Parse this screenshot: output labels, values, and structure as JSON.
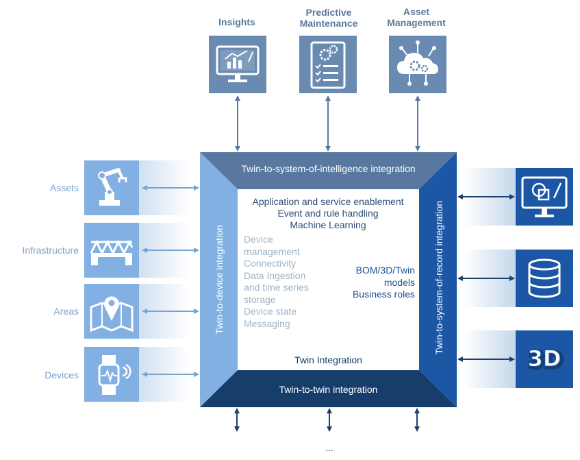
{
  "top": [
    {
      "label": "Insights",
      "icon": "monitor-chart-icon"
    },
    {
      "label": "Predictive Maintenance",
      "icon": "checklist-gears-icon"
    },
    {
      "label": "Asset Management",
      "icon": "cloud-gears-icon"
    }
  ],
  "left": [
    {
      "label": "Assets",
      "icon": "robot-arm-icon"
    },
    {
      "label": "Infrastructure",
      "icon": "bridge-icon"
    },
    {
      "label": "Areas",
      "icon": "map-pin-icon"
    },
    {
      "label": "Devices",
      "icon": "smartwatch-icon"
    }
  ],
  "right": [
    {
      "icon": "monitor-design-icon"
    },
    {
      "icon": "database-icon"
    },
    {
      "icon": "3d-icon",
      "text": "3D"
    }
  ],
  "frame": {
    "top": "Twin-to-system-of-intelligence integration",
    "left": "Twin-to-device integration",
    "right": "Twin-to-system-of-record integration",
    "bottom": "Twin-to-twin integration"
  },
  "center": {
    "top_lines": [
      "Application and service enablement",
      "Event and rule handling",
      "Machine Learning"
    ],
    "left_lines": [
      "Device",
      "management",
      "Connectivity",
      "Data Ingestion",
      "and time series",
      "storage",
      "Device state",
      "Messaging"
    ],
    "right_lines": [
      "BOM/3D/Twin",
      "models",
      "Business roles"
    ],
    "bottom": "Twin Integration"
  },
  "ellipsis": "...",
  "colors": {
    "frame_top": "#5878a0",
    "frame_left": "#82b0e2",
    "frame_right": "#1c57a6",
    "frame_bottom": "#173d6b",
    "arrow_dark": "#1d3f6c",
    "arrow_light": "#7aa3cf"
  }
}
